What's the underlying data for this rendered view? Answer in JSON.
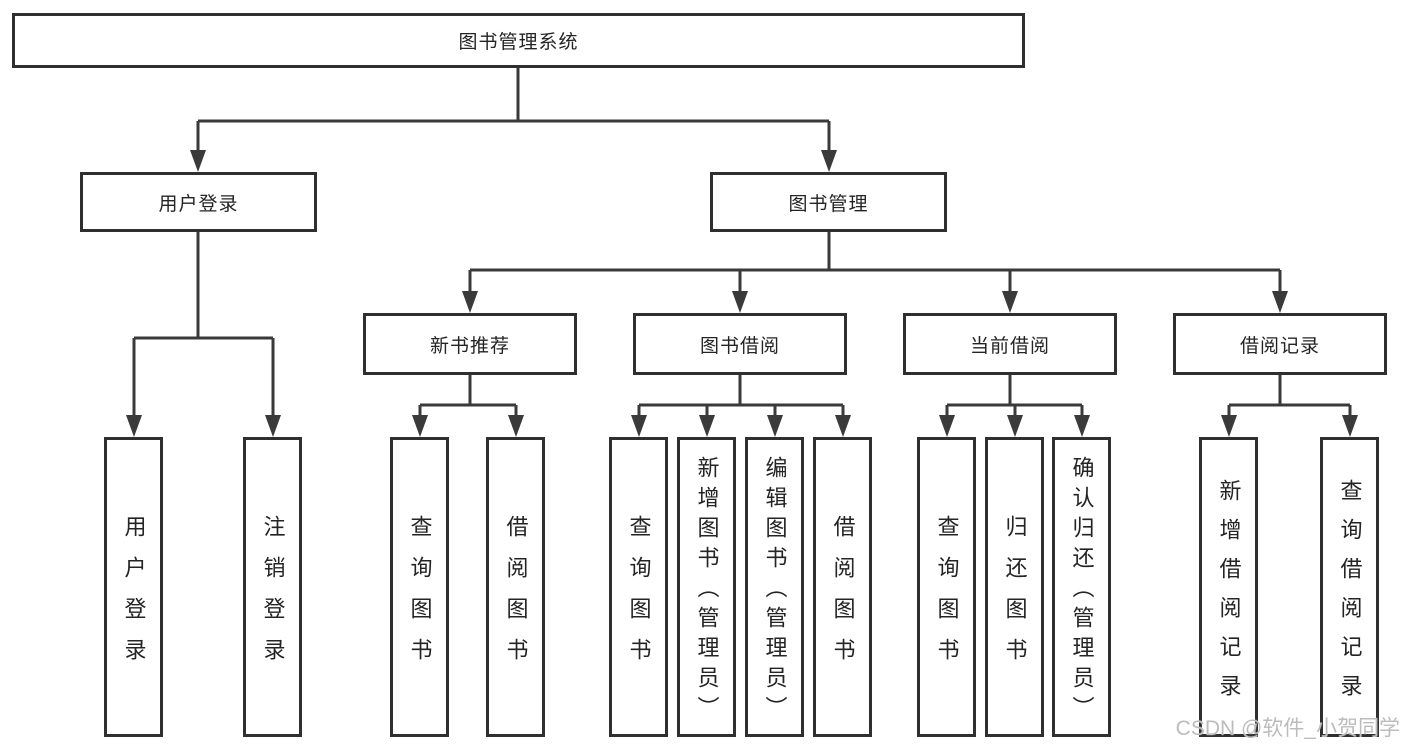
{
  "diagram": {
    "root": {
      "label": "图书管理系统"
    },
    "level2": [
      {
        "label": "用户登录"
      },
      {
        "label": "图书管理"
      }
    ],
    "level3": [
      {
        "label": "新书推荐"
      },
      {
        "label": "图书借阅"
      },
      {
        "label": "当前借阅"
      },
      {
        "label": "借阅记录"
      }
    ],
    "leaves": {
      "login": [
        "用户登录",
        "注销登录"
      ],
      "recommend": [
        "查询图书",
        "借阅图书"
      ],
      "borrow": [
        "查询图书",
        "新增图书（管理员）",
        "编辑图书（管理员）",
        "借阅图书"
      ],
      "current": [
        "查询图书",
        "归还图书",
        "确认归还（管理员）"
      ],
      "records": [
        "新增借阅记录",
        "查询借阅记录"
      ]
    },
    "watermark": "CSDN @软件_小贺同学",
    "colors": {
      "line": "#3a3a3a",
      "border": "#2f2f2f",
      "text": "#242424",
      "watermark": "#bcbcbc",
      "background": "#ffffff"
    }
  }
}
